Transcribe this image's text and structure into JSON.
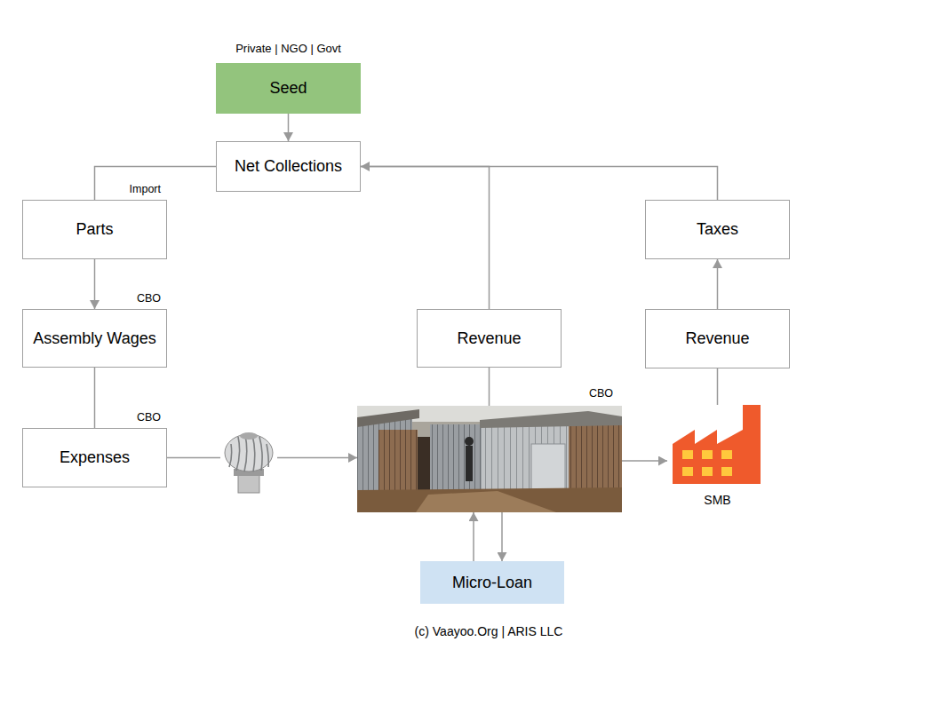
{
  "diagram": {
    "nodes": [
      {
        "text": [
          "Private | NGO | Govt",
          "Seed"
        ]
      },
      {
        "text": [
          "Net Collections"
        ]
      },
      {
        "text": [
          "Import",
          "Parts"
        ]
      },
      {
        "text": [
          "Taxes"
        ]
      },
      {
        "text": [
          "CBO",
          "Assembly Wages"
        ]
      },
      {
        "text": [
          "Revenue"
        ]
      },
      {
        "text": [
          "Revenue"
        ]
      },
      {
        "text": [
          "CBO",
          "Expenses"
        ]
      },
      {
        "text": [
          "CBO"
        ]
      },
      {
        "text": [
          "SMB"
        ]
      },
      {
        "text": [
          "Micro-Loan"
        ]
      }
    ],
    "edges": [
      {
        "from": 0,
        "to": 1,
        "arrow": "to"
      },
      {
        "from": 1,
        "to": 2,
        "arrow": "none"
      },
      {
        "from": 2,
        "to": 4,
        "arrow": "to"
      },
      {
        "from": 4,
        "to": 7,
        "arrow": "none"
      },
      {
        "from": 7,
        "to": 8,
        "arrow": "to"
      },
      {
        "from": 8,
        "to": 5,
        "arrow": "none"
      },
      {
        "from": 5,
        "to": 1,
        "arrow": "to"
      },
      {
        "from": 8,
        "to": 9,
        "arrow": "to"
      },
      {
        "from": 9,
        "to": 6,
        "arrow": "none"
      },
      {
        "from": 6,
        "to": 3,
        "arrow": "to"
      },
      {
        "from": 3,
        "to": 1,
        "arrow": "none"
      },
      {
        "from": 10,
        "to": 8,
        "arrow": "to"
      },
      {
        "from": 8,
        "to": 10,
        "arrow": "to"
      }
    ],
    "labels": [
      "(c) Vaayoo.Org | ARIS LLC"
    ]
  }
}
